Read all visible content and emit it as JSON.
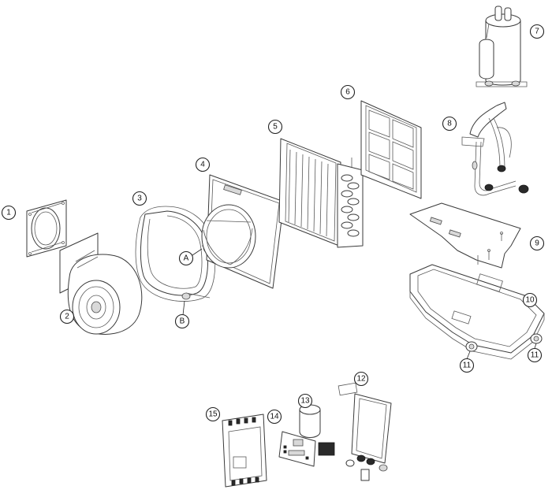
{
  "callouts": {
    "c1": "1",
    "c2": "2",
    "c3": "3",
    "c4": "4",
    "c5": "5",
    "c6": "6",
    "c7": "7",
    "c8": "8",
    "c9": "9",
    "c10": "10",
    "c11a": "11",
    "c11b": "11",
    "c12": "12",
    "c13": "13",
    "c14": "14",
    "c15": "15",
    "cA": "A",
    "cB": "B"
  }
}
